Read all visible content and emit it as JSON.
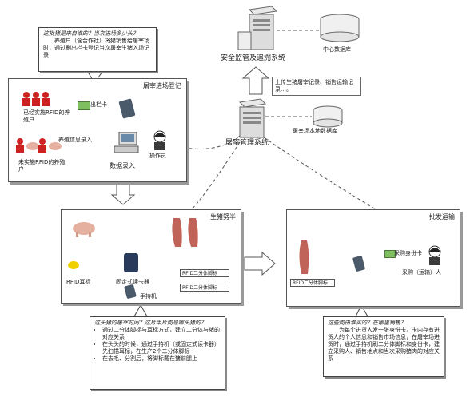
{
  "top_callout": {
    "question": "这批猪是来自谁的？当次进场多少头？",
    "text": "养殖户（含合作社）将猪销售给屠宰场时，通过刷出栏卡登记当次屠宰生猪入场记录"
  },
  "security_system": {
    "label": "安全监管及追溯系统"
  },
  "central_db": {
    "label": "中心数据库"
  },
  "upload_note": {
    "text": "上传生猪屠宰记录、销售运输记录…。"
  },
  "slaughter_mgmt": {
    "label": "屠宰管理系统"
  },
  "local_db": {
    "label": "屠宰场本地数据库"
  },
  "registration": {
    "title": "屠宰进场登记",
    "farmer_rfid": "已经实施RFID的养殖户",
    "card": "出栏卡",
    "farmer_no_rfid": "未实施RFID的养殖户",
    "info_entry": "养殖信息录入",
    "data_entry": "数据录入",
    "operator": "操作员"
  },
  "splitting": {
    "title": "生猪劈半",
    "rfid_ear_tag": "RFID耳标",
    "fixed_reader": "固定式读卡器",
    "handheld": "手持机",
    "tag1": "RFID二分体脚标",
    "tag2": "RFID二分体脚标"
  },
  "wholesale": {
    "title": "批发运输",
    "tag": "RFID二分体脚标",
    "buyer_card": "采购身份卡",
    "buyer": "采购（运输）人"
  },
  "bottom_left_callout": {
    "question": "这头猪的屠宰时间？这片半片肉是哪头猪的？",
    "items": [
      "通过二分体脚标与耳标方式，建立二分体与猪的对应关系",
      "在头头的时候，通过手持机（或固定式读卡器）先扫描耳标，在生产2个二分体脚标",
      "在去毛、分割后，将脚标戴在猪前腿上"
    ]
  },
  "bottom_right_callout": {
    "question": "这些肉由谁买的？在哪里销售？",
    "text": "为每个进货人发一张身份卡，卡内存有进货人的个人信息和销售市场信息，在屠宰场进货时，通过手持机刷二分体脚标和身份卡，建立采购人、销售地点和当次采购猪肉的对应关系"
  },
  "colors": {
    "line": "#555555",
    "yellow": "#f0d000",
    "red": "#cc2222",
    "pig": "#e6b0a0",
    "carcass": "#c0645a"
  }
}
